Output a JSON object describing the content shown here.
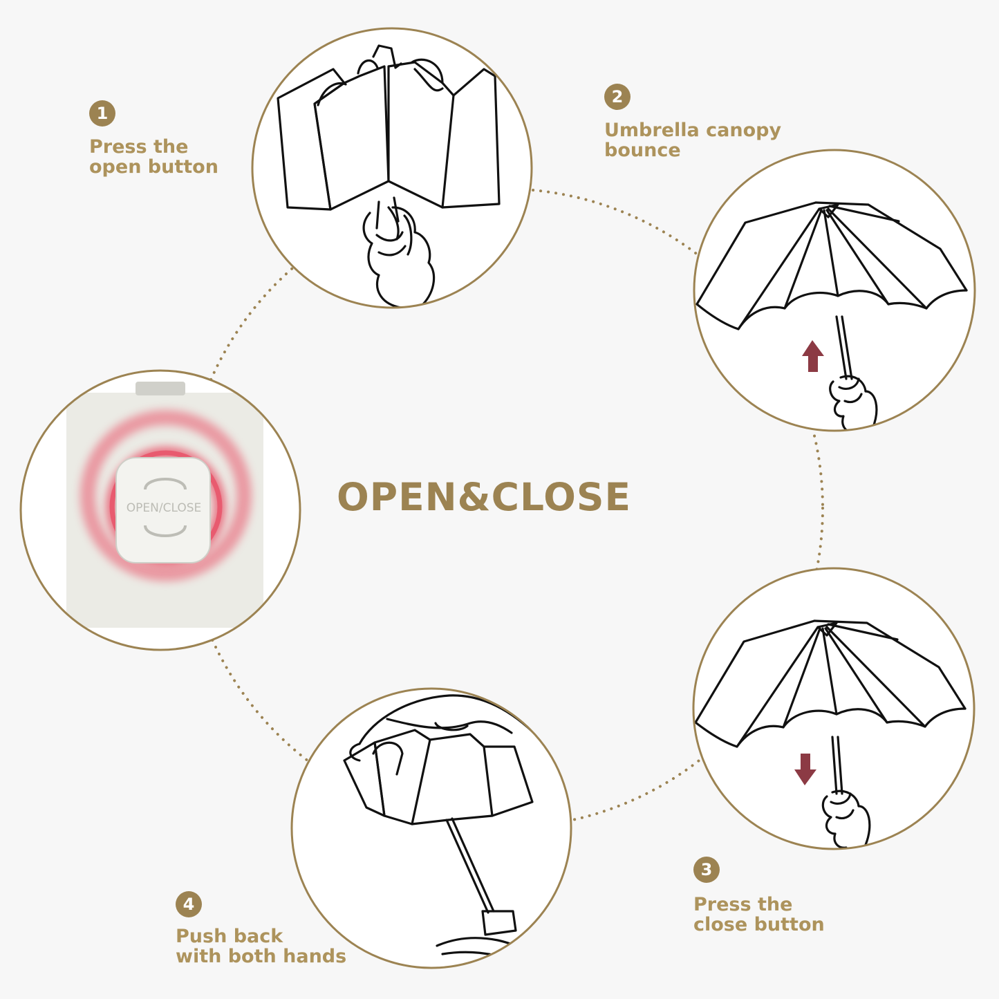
{
  "title": "OPEN&CLOSE",
  "steps": [
    {
      "number": "1",
      "lines": [
        "Press the",
        "open button"
      ]
    },
    {
      "number": "2",
      "lines": [
        "Umbrella canopy",
        "bounce"
      ]
    },
    {
      "number": "3",
      "lines": [
        "Press the",
        "close button"
      ]
    },
    {
      "number": "4",
      "lines": [
        "Push back",
        "with both hands"
      ]
    }
  ],
  "button_caption": "OPEN/CLOSE",
  "colors": {
    "accent": "#9c8352",
    "accent_text": "#ad935c",
    "ring_highlight": "#e8566c",
    "arrow": "#8c3a44",
    "background": "#f7f7f7"
  }
}
